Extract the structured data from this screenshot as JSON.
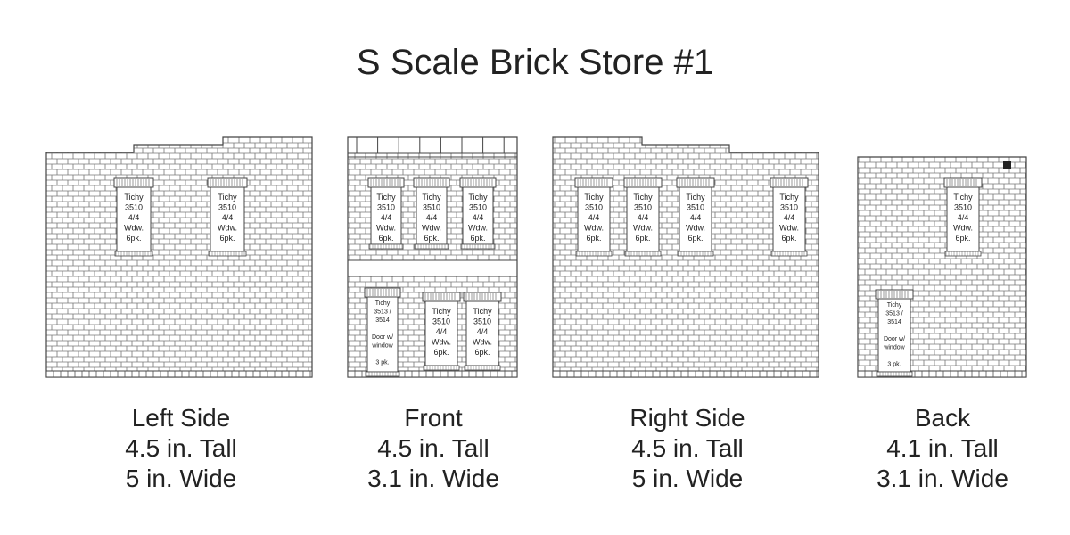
{
  "title": "S Scale Brick Store #1",
  "walls": [
    {
      "id": "left",
      "caption": [
        "Left Side",
        "4.5 in. Tall",
        "5 in. Wide"
      ],
      "openings": [
        {
          "lines": [
            "Tichy",
            "3510",
            "4/4",
            "Wdw.",
            "6pk."
          ]
        },
        {
          "lines": [
            "Tichy",
            "3510",
            "4/4",
            "Wdw.",
            "6pk."
          ]
        }
      ]
    },
    {
      "id": "front",
      "caption": [
        "Front",
        "4.5 in. Tall",
        "3.1 in. Wide"
      ],
      "openings": [
        {
          "lines": [
            "Tichy",
            "3510",
            "4/4",
            "Wdw.",
            "6pk."
          ]
        },
        {
          "lines": [
            "Tichy",
            "3510",
            "4/4",
            "Wdw.",
            "6pk."
          ]
        },
        {
          "lines": [
            "Tichy",
            "3510",
            "4/4",
            "Wdw.",
            "6pk."
          ]
        },
        {
          "lines": [
            "Tichy",
            "3513 /",
            "3514",
            "",
            "Door w/",
            "window",
            "",
            "3 pk."
          ]
        },
        {
          "lines": [
            "Tichy",
            "3510",
            "4/4",
            "Wdw.",
            "6pk."
          ]
        },
        {
          "lines": [
            "Tichy",
            "3510",
            "4/4",
            "Wdw.",
            "6pk."
          ]
        }
      ]
    },
    {
      "id": "right",
      "caption": [
        "Right Side",
        "4.5 in. Tall",
        "5 in. Wide"
      ],
      "openings": [
        {
          "lines": [
            "Tichy",
            "3510",
            "4/4",
            "Wdw.",
            "6pk."
          ]
        },
        {
          "lines": [
            "Tichy",
            "3510",
            "4/4",
            "Wdw.",
            "6pk."
          ]
        },
        {
          "lines": [
            "Tichy",
            "3510",
            "4/4",
            "Wdw.",
            "6pk."
          ]
        },
        {
          "lines": [
            "Tichy",
            "3510",
            "4/4",
            "Wdw.",
            "6pk."
          ]
        }
      ]
    },
    {
      "id": "back",
      "caption": [
        "Back",
        "4.1 in. Tall",
        "3.1 in. Wide"
      ],
      "openings": [
        {
          "lines": [
            "Tichy",
            "3510",
            "4/4",
            "Wdw.",
            "6pk."
          ]
        },
        {
          "lines": [
            "Tichy",
            "3513 /",
            "3514",
            "",
            "Door w/",
            "window",
            "",
            "3 pk."
          ]
        }
      ]
    }
  ]
}
